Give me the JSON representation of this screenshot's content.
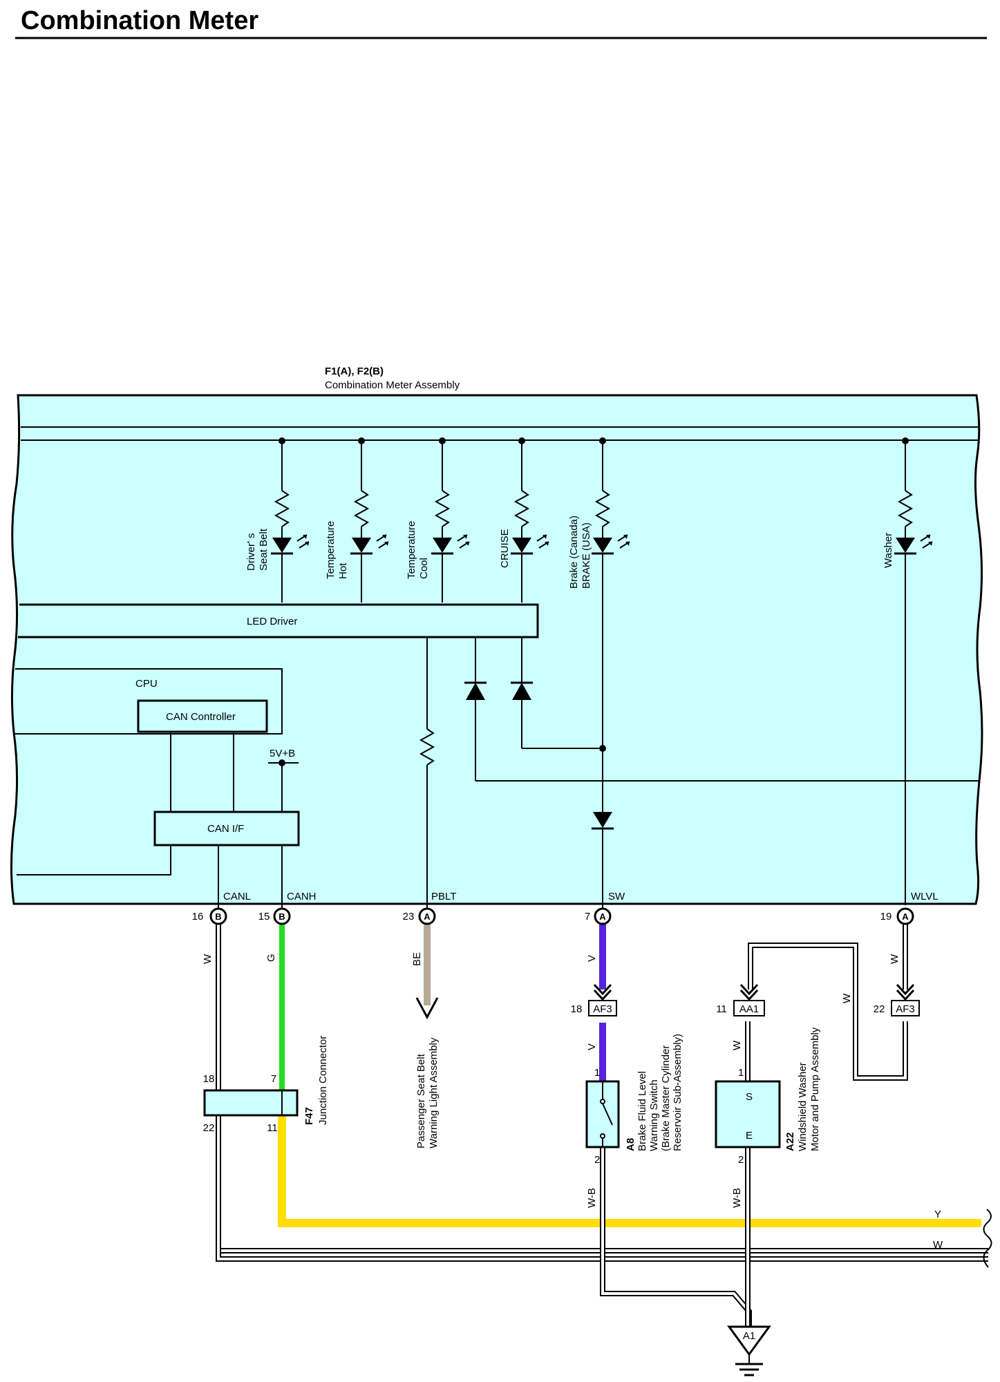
{
  "page": {
    "title": "Combination Meter"
  },
  "assembly": {
    "code": "F1(A), F2(B)",
    "name": "Combination Meter Assembly",
    "fill_color": "#ccffff"
  },
  "indicators": [
    {
      "line1": "Driver' s",
      "line2": "Seat Belt"
    },
    {
      "line1": "Temperature",
      "line2": "Hot"
    },
    {
      "line1": "Temperature",
      "line2": "Cool"
    },
    {
      "line1": "CRUISE",
      "line2": ""
    },
    {
      "line1": "Brake (Canada)",
      "line2": "BRAKE (USA)"
    },
    {
      "line1": "Washer",
      "line2": ""
    }
  ],
  "blocks": {
    "led_driver": "LED Driver",
    "cpu": "CPU",
    "can_controller": "CAN Controller",
    "can_if": "CAN I/F",
    "supply": "5V+B"
  },
  "terminals": [
    {
      "signal": "CANL",
      "pin": "16",
      "connector": "B",
      "wire": "W"
    },
    {
      "signal": "CANH",
      "pin": "15",
      "connector": "B",
      "wire": "G"
    },
    {
      "signal": "PBLT",
      "pin": "23",
      "connector": "A",
      "wire": "BE"
    },
    {
      "signal": "SW",
      "pin": "7",
      "connector": "A",
      "wire": "V"
    },
    {
      "signal": "WLVL",
      "pin": "19",
      "connector": "A",
      "wire": "W"
    }
  ],
  "wire_colors": {
    "W": "#ffffff",
    "G": "#22dd22",
    "BE": "#b8a898",
    "V": "#5522dd",
    "Y": "#ffdd00",
    "W-B": "#ffffff"
  },
  "inline_connectors": [
    {
      "pin": "18",
      "id": "AF3"
    },
    {
      "pin": "11",
      "id": "AA1"
    },
    {
      "pin": "22",
      "id": "AF3"
    }
  ],
  "junction": {
    "code": "F47",
    "name": "Junction Connector",
    "pins": {
      "top_left": "18",
      "top_right": "7",
      "bottom_left": "22",
      "bottom_right": "11"
    }
  },
  "passenger": {
    "wire": "BE",
    "line1": "Passenger Seat Belt",
    "line2": "Warning Light Assembly"
  },
  "brake_switch": {
    "code": "A8",
    "line1": "Brake Fluid Level",
    "line2": "Warning Switch",
    "line3": "(Brake Master Cylinder",
    "line4": "Reservoir Sub-Assembly)",
    "pin_top": "1",
    "pin_bottom": "2",
    "wire_in": "V",
    "wire_out": "W-B"
  },
  "washer_pump": {
    "code": "A22",
    "line1": "Windshield Washer",
    "line2": "Motor and Pump Assembly",
    "pin_s": "S",
    "pin_e": "E",
    "pin_top": "1",
    "pin_bottom": "2",
    "wire_in": "W",
    "wire_out": "W-B",
    "loop_wire": "W"
  },
  "bus_labels": {
    "yellow": "Y",
    "white": "W"
  },
  "ground": {
    "id": "A1"
  }
}
